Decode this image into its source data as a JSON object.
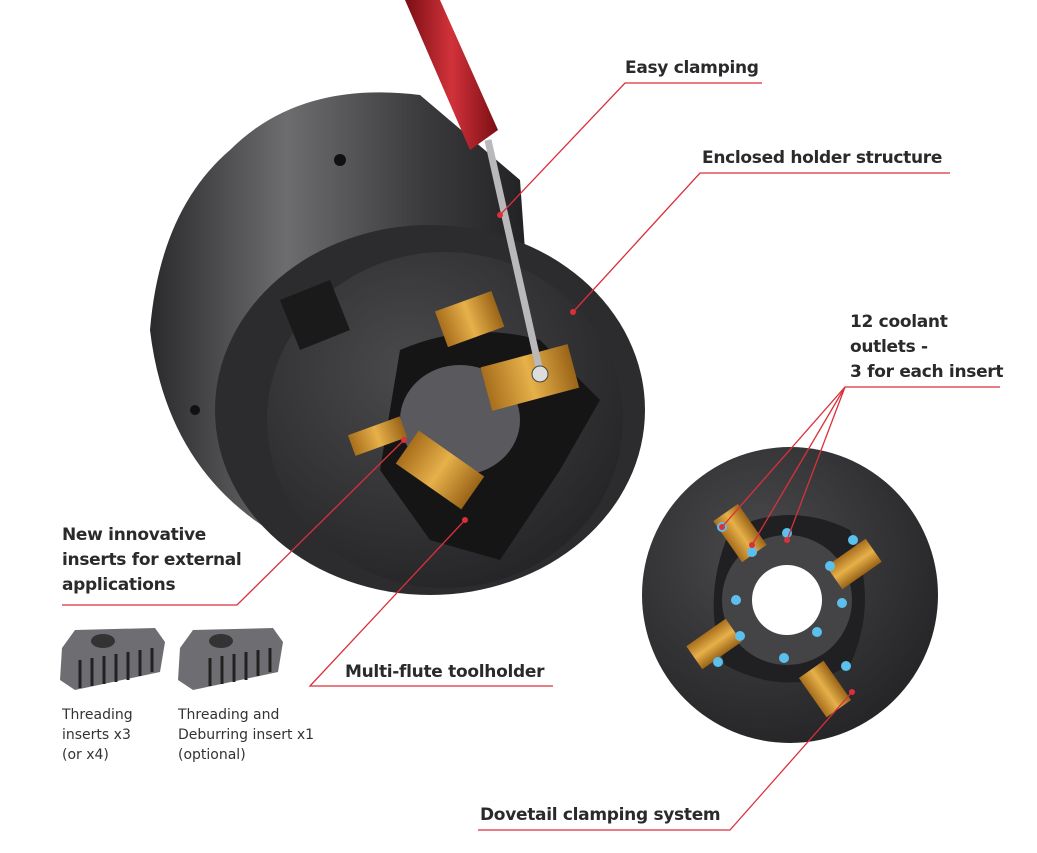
{
  "callouts": {
    "easy_clamping": "Easy clamping",
    "enclosed_holder": "Enclosed holder structure",
    "coolant": [
      "12 coolant",
      "outlets -",
      "3 for each insert"
    ],
    "new_inserts": [
      "New innovative",
      "inserts for external",
      "applications"
    ],
    "multi_flute": "Multi-flute toolholder",
    "dovetail": "Dovetail clamping system"
  },
  "insert_captions": {
    "threading": [
      "Threading",
      "inserts x3",
      "(or x4)"
    ],
    "threading_deburring": [
      "Threading and",
      "Deburring insert x1",
      "(optional)"
    ]
  },
  "colors": {
    "leader_line": "#d9303a",
    "coolant_dot": "#5bc0eb",
    "insert_gold": "#c8902a",
    "body": "#3a3a3c"
  }
}
